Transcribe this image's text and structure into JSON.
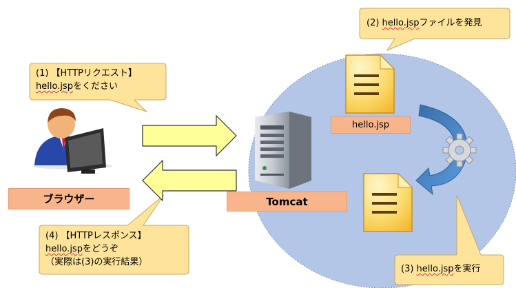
{
  "callouts": {
    "request": {
      "line1": "(1) 【HTTPリクエスト】",
      "line2_link": "hello.jsp",
      "line2_rest": "をください"
    },
    "discover": {
      "prefix": "(2) ",
      "link": "hello.jsp",
      "rest": "ファイルを発見"
    },
    "execute": {
      "prefix": "(3) ",
      "link": "hello.jsp",
      "rest": "を実行"
    },
    "response": {
      "line1": "(4) 【HTTPレスポンス】",
      "line2_link": "hello.jsp",
      "line2_rest": "をどうぞ",
      "line3": "（実際は(3)の実行結果）"
    }
  },
  "labels": {
    "browser": "ブラウザー",
    "server": "Tomcat",
    "jsp_file": "hello.jsp"
  },
  "icons": {
    "user": "user-at-computer-icon",
    "server": "server-tower-icon",
    "jsp_doc": "document-icon",
    "result_doc": "document-icon",
    "gear": "gear-icon"
  },
  "colors": {
    "callout_fill": "#fde49a",
    "label_fill": "#f8b48a",
    "circle_fill": "#b3c6e8",
    "arrow_fill": "#ffff99",
    "process_arrow": "#3f7cbf"
  }
}
